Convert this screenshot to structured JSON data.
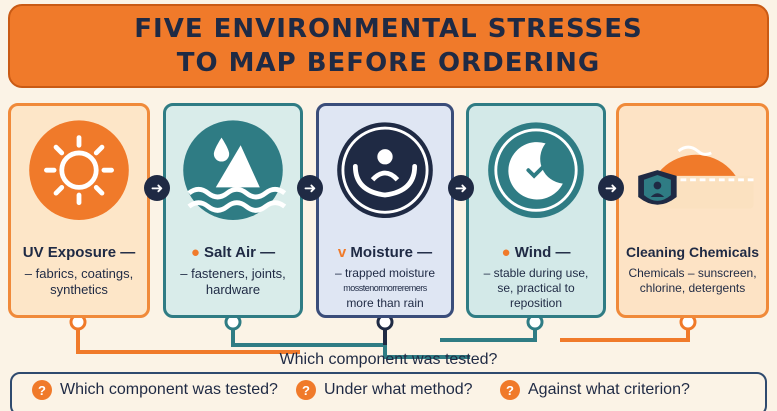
{
  "title": {
    "line1": "FIVE ENVIRONMENTAL STRESSES",
    "line2": "TO MAP BEFORE ORDERING"
  },
  "stresses": [
    {
      "name": "UV Exposure —",
      "marker": "",
      "desc": [
        "– fabrics, coatings,",
        "synthetics"
      ],
      "icon": "sun-icon"
    },
    {
      "name": "Salt Air —",
      "marker": "●",
      "desc": [
        "– fasteners, joints,",
        "hardware"
      ],
      "icon": "salt-wave-icon"
    },
    {
      "name": "Moisture —",
      "marker": "v",
      "desc": [
        "– trapped moisture",
        "mosstenormorreremers",
        "more than rain"
      ],
      "icon": "hands-person-icon"
    },
    {
      "name": "Wind —",
      "marker": "●",
      "desc": [
        "– stable during use,",
        "se, practical to",
        "reposition"
      ],
      "icon": "moon-check-icon"
    },
    {
      "name": "Cleaning Chemicals",
      "marker": "",
      "desc": [
        "Chemicals – sunscreen,",
        "chlorine, detergents"
      ],
      "icon": "shield-spray-icon"
    }
  ],
  "question_heading": "Which component was tested?",
  "questions": [
    {
      "icon": "?",
      "text": "Which component was tested?"
    },
    {
      "icon": "?",
      "text": "Under what method?"
    },
    {
      "icon": "?",
      "text": "Against what criterion?"
    }
  ],
  "arrow_glyph": "➜",
  "colors": {
    "orange": "#f07a2a",
    "navy": "#1f2a44",
    "teal": "#2f7c84"
  }
}
